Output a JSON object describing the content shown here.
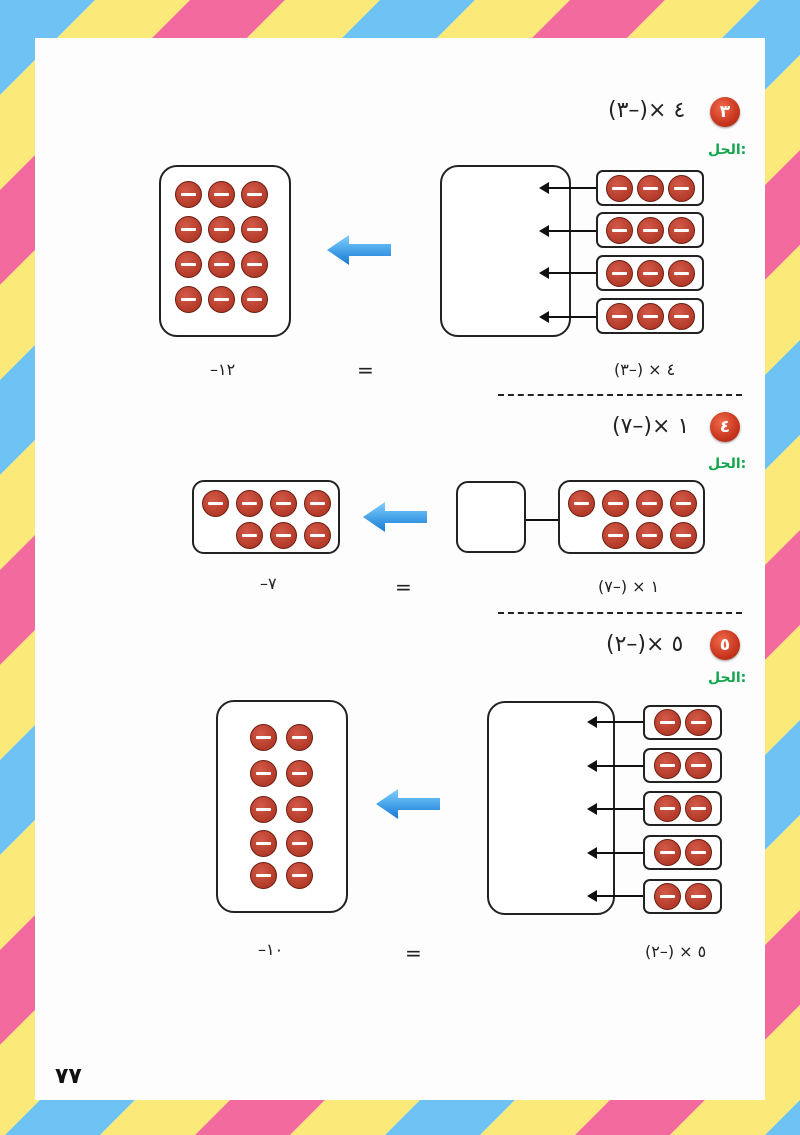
{
  "problems": [
    {
      "number": "٣",
      "expression": "٤ ×(–٣)",
      "solution_label": "الحل:",
      "left_expression": "٤ × (–٣)",
      "equals": "=",
      "result": "–١٢",
      "groups": 4,
      "chips_per_group": 3,
      "result_chips": 12
    },
    {
      "number": "٤",
      "expression": "١ ×(–٧)",
      "solution_label": "الحل:",
      "left_expression": "١ × (–٧)",
      "equals": "=",
      "result": "–٧",
      "groups": 1,
      "chips_per_group": 7,
      "result_chips": 7
    },
    {
      "number": "٥",
      "expression": "٥ ×(–٢)",
      "solution_label": "الحل:",
      "left_expression": "٥ × (–٢)",
      "equals": "=",
      "result": "–١٠",
      "groups": 5,
      "chips_per_group": 2,
      "result_chips": 10
    }
  ],
  "page_number": "٧٧",
  "colors": {
    "stripe_pink": "#f26a9e",
    "stripe_yellow": "#fbe97a",
    "stripe_blue": "#6ec3f4",
    "chip_red": "#b33a28",
    "title_green": "#13a64c",
    "arrow_blue": "#1c8fe0"
  },
  "icons": {
    "negative_counter": "minus-circle-icon",
    "move_arrow": "blue-left-arrow-icon"
  }
}
